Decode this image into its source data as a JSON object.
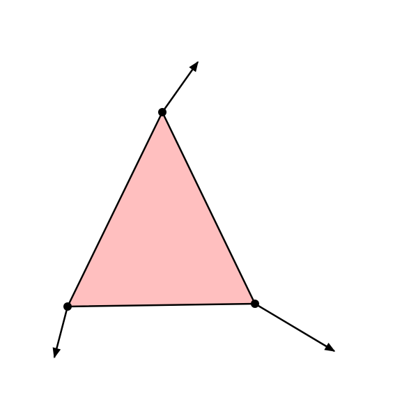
{
  "diagram": {
    "type": "triangle-with-vertex-arrows",
    "colors": {
      "fill": "#ffbfbf",
      "stroke": "#000000",
      "background": "#ffffff"
    },
    "vertices": [
      {
        "id": "top",
        "has_arrow": true
      },
      {
        "id": "bottom-left",
        "has_arrow": true
      },
      {
        "id": "bottom-right",
        "has_arrow": true
      }
    ]
  }
}
